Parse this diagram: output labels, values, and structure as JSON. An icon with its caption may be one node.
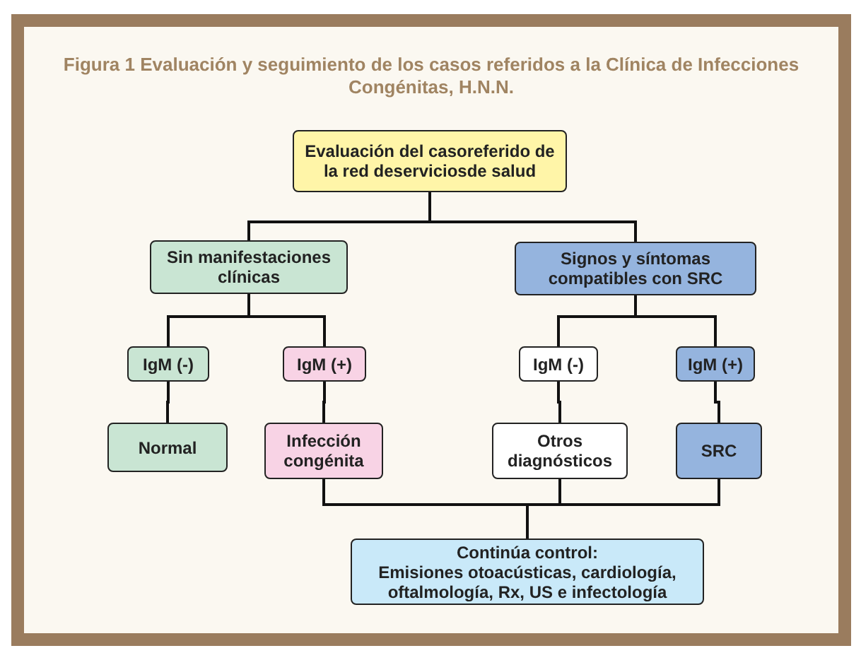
{
  "diagram": {
    "title": "Figura 1 Evaluación y seguimiento de los casos referidos a la Clínica de Infecciones Congénitas, H.N.N.",
    "nodes": [
      {
        "text": [
          "Evaluación del casoreferido de la red deserviciosde salud"
        ]
      },
      {
        "text": [
          "Sin manifestaciones clínicas"
        ]
      },
      {
        "text": [
          "Signos y síntomas compatibles con SRC"
        ]
      },
      {
        "text": [
          "IgM (-)"
        ]
      },
      {
        "text": [
          "IgM (+)"
        ]
      },
      {
        "text": [
          "IgM (-)"
        ]
      },
      {
        "text": [
          "IgM (+)"
        ]
      },
      {
        "text": [
          "Normal"
        ]
      },
      {
        "text": [
          "Infección congénita"
        ]
      },
      {
        "text": [
          "Otros diagnósticos"
        ]
      },
      {
        "text": [
          "SRC"
        ]
      },
      {
        "text": [
          "Continúa control:",
          "Emisiones otoacústicas, cardiología, oftalmología, Rx, US e infectología"
        ]
      }
    ],
    "edges": [
      {
        "from": 0,
        "to": 1,
        "arrow": "none"
      },
      {
        "from": 0,
        "to": 2,
        "arrow": "none"
      },
      {
        "from": 1,
        "to": 3,
        "arrow": "none"
      },
      {
        "from": 1,
        "to": 4,
        "arrow": "none"
      },
      {
        "from": 2,
        "to": 5,
        "arrow": "none"
      },
      {
        "from": 2,
        "to": 6,
        "arrow": "none"
      },
      {
        "from": 3,
        "to": 7,
        "arrow": "none"
      },
      {
        "from": 4,
        "to": 8,
        "arrow": "none"
      },
      {
        "from": 5,
        "to": 9,
        "arrow": "none"
      },
      {
        "from": 6,
        "to": 10,
        "arrow": "none"
      },
      {
        "from": 8,
        "to": 11,
        "arrow": "none"
      },
      {
        "from": 9,
        "to": 11,
        "arrow": "none"
      },
      {
        "from": 10,
        "to": 11,
        "arrow": "none"
      }
    ]
  }
}
